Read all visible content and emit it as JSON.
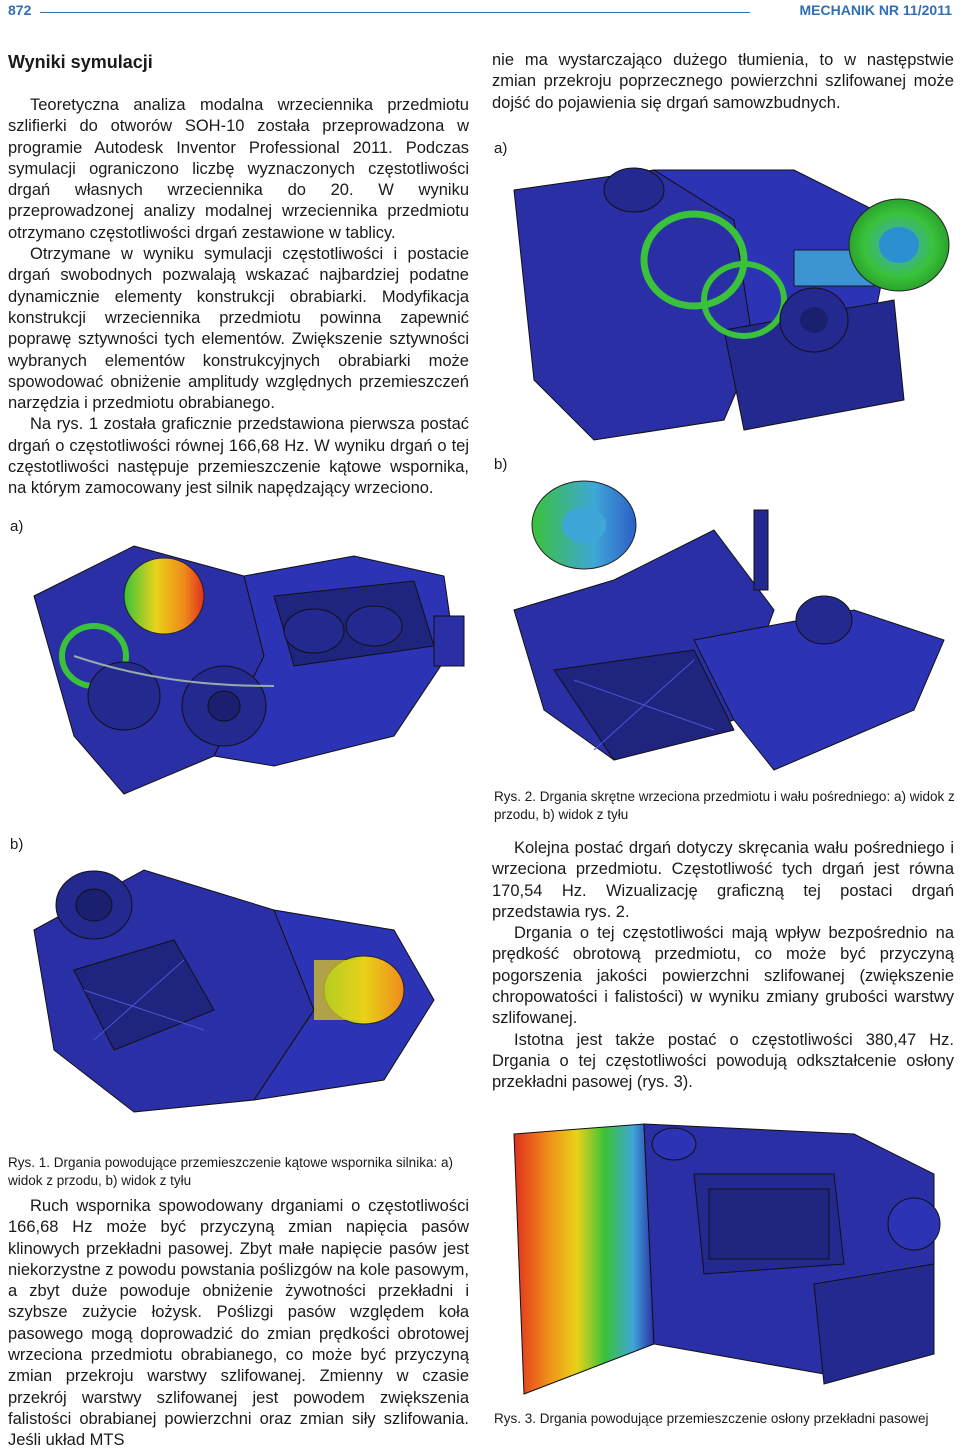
{
  "header": {
    "page_number": "872",
    "journal": "MECHANIK NR 11/2011"
  },
  "left": {
    "title": "Wyniki symulacji",
    "p1": "Teoretyczna analiza modalna wrzeciennika przedmiotu szlifierki do otworów SOH-10 została przeprowadzona w programie Autodesk Inventor Professional 2011. Podczas symulacji ograniczono liczbę wyznaczonych częstotliwości drgań własnych wrzeciennika do 20. W wyniku przeprowadzonej analizy modalnej wrzeciennika przedmiotu otrzymano częstotliwości drgań zestawione w tablicy.",
    "p2": "Otrzymane w wyniku symulacji częstotliwości i postacie drgań swobodnych pozwalają wskazać najbardziej podatne dynamicznie elementy konstrukcji obrabiarki. Modyfikacja konstrukcji wrzeciennika przedmiotu powinna zapewnić poprawę sztywności tych elementów. Zwiększenie sztywności wybranych elementów konstrukcyjnych obrabiarki może spowodować obniżenie amplitudy względnych przemieszczeń narzędzia i przedmiotu obrabianego.",
    "p3": "Na rys. 1 została graficznie przedstawiona pierwsza postać drgań o częstotliwości równej 166,68 Hz. W wyniku drgań o tej częstotliwości następuje przemieszczenie kątowe wspornika, na którym zamocowany jest silnik napędzający wrzeciono.",
    "fig1a_label": "a)",
    "fig1b_label": "b)",
    "fig1_caption": "Rys. 1. Drgania powodujące przemieszczenie kątowe wspornika silnika: a) widok z przodu, b) widok z tyłu",
    "p4": "Ruch wspornika spowodowany drganiami o częstotliwości 166,68 Hz może być przyczyną zmian napięcia pasów klinowych przekładni pasowej. Zbyt małe napięcie pasów jest niekorzystne z powodu powstania poślizgów na kole pasowym, a zbyt duże powoduje obniżenie żywotności przekładni i szybsze zużycie łożysk. Poślizgi pasów względem koła pasowego mogą doprowadzić do zmian prędkości obrotowej wrzeciona przedmiotu obrabianego, co może być przyczyną zmian przekroju warstwy szlifowanej. Zmienny w czasie przekrój warstwy szlifowanej jest powodem zwiększenia falistości obrabianej powierzchni oraz zmian siły szlifowania. Jeśli układ MTS"
  },
  "right": {
    "p1": "nie ma wystarczająco dużego tłumienia, to w następstwie zmian przekroju poprzecznego powierzchni szlifowanej może dojść do pojawienia się drgań samowzbudnych.",
    "fig2a_label": "a)",
    "fig2b_label": "b)",
    "fig2_caption": "Rys. 2. Drgania skrętne wrzeciona przedmiotu i wału pośredniego: a) widok z przodu, b) widok z tyłu",
    "p2": "Kolejna postać drgań dotyczy skręcania wału pośredniego i wrzeciona przedmiotu. Częstotliwość tych drgań jest równa 170,54 Hz. Wizualizację graficzną tej postaci drgań przedstawia rys. 2.",
    "p3": "Drgania o tej częstotliwości mają wpływ bezpośrednio na prędkość obrotową przedmiotu, co może być przyczyną pogorszenia jakości powierzchni szlifowanej (zwiększenie chropowatości i falistości) w wyniku zmiany grubości warstwy szlifowanej.",
    "p4": "Istotna jest także postać o częstotliwości 380,47 Hz. Drgania o tej częstotliwości powodują odkształcenie osłony przekładni pasowej (rys. 3).",
    "fig3_caption": "Rys. 3. Drgania powodujące przemieszczenie osłony przekładni pasowej"
  },
  "colors": {
    "accent": "#2f6fb6",
    "model_blue": "#2a2fa6",
    "mode_red": "#e0301e",
    "mode_yellow": "#e8d21a",
    "mode_green": "#39c23a",
    "mode_cyan": "#3fa7d8"
  }
}
